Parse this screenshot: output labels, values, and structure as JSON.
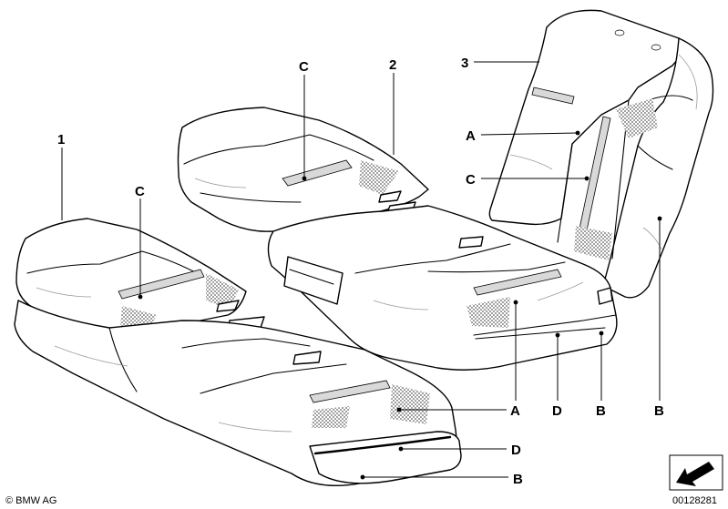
{
  "labels": {
    "part_1": "1",
    "part_2": "2",
    "part_3": "3",
    "c_backrest": "C",
    "c_bench": "C",
    "c_front": "C",
    "a_backrest": "A",
    "a_rear_seat": "A",
    "a_front_seat": "A",
    "b_backrest": "B",
    "b_rear_seat": "B",
    "b_front_seat": "B",
    "d_rear_seat": "D",
    "d_front_seat": "D"
  },
  "footer": {
    "copyright": "© BMW AG",
    "diagram_number": "00128281"
  },
  "icons": {
    "direction": "direction-arrow-icon",
    "mesh_texture": "mesh-hatch"
  },
  "colors": {
    "line": "#000000",
    "background": "#ffffff",
    "strip_fill": "#d9d9d9"
  }
}
